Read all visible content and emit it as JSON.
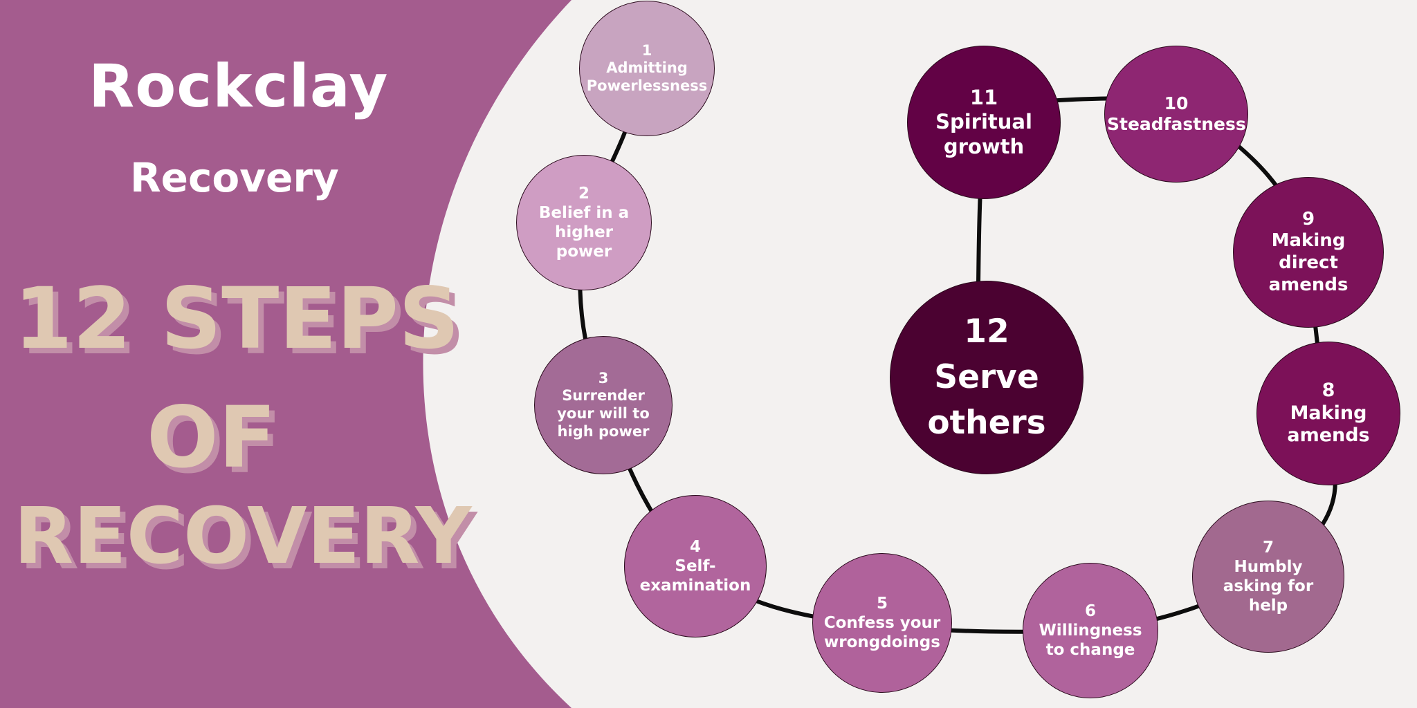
{
  "brand": {
    "name": "Rockclay",
    "subtitle": "Recovery"
  },
  "headline": {
    "line1": "12 STEPS",
    "line2": "OF",
    "line3": "RECOVERY"
  },
  "colors": {
    "panel": "#a45c8e",
    "background": "#f3f1f0",
    "headline": "#dfc8b2",
    "headline_shadow": "#c28ea8",
    "connector": "#0d0d0d"
  },
  "steps": [
    {
      "number": "1",
      "label": "Admitting Powerlessness",
      "color": "#c8a4c0"
    },
    {
      "number": "2",
      "label": "Belief in a higher power",
      "color": "#cf9dc3"
    },
    {
      "number": "3",
      "label": "Surrender your will to high power",
      "color": "#a36b96"
    },
    {
      "number": "4",
      "label": "Self-examination",
      "color": "#b1659d"
    },
    {
      "number": "5",
      "label": "Confess your wrongdoings",
      "color": "#b0629b"
    },
    {
      "number": "6",
      "label": "Willingness to change",
      "color": "#b0639c"
    },
    {
      "number": "7",
      "label": "Humbly asking for help",
      "color": "#a2698f"
    },
    {
      "number": "8",
      "label": "Making amends",
      "color": "#7c1158"
    },
    {
      "number": "9",
      "label": "Making direct amends",
      "color": "#7c1259"
    },
    {
      "number": "10",
      "label": "Steadfastness",
      "color": "#8e2672"
    },
    {
      "number": "11",
      "label": "Spiritual growth",
      "color": "#620245"
    },
    {
      "number": "12",
      "label": "Serve others",
      "color": "#4b0231"
    }
  ]
}
